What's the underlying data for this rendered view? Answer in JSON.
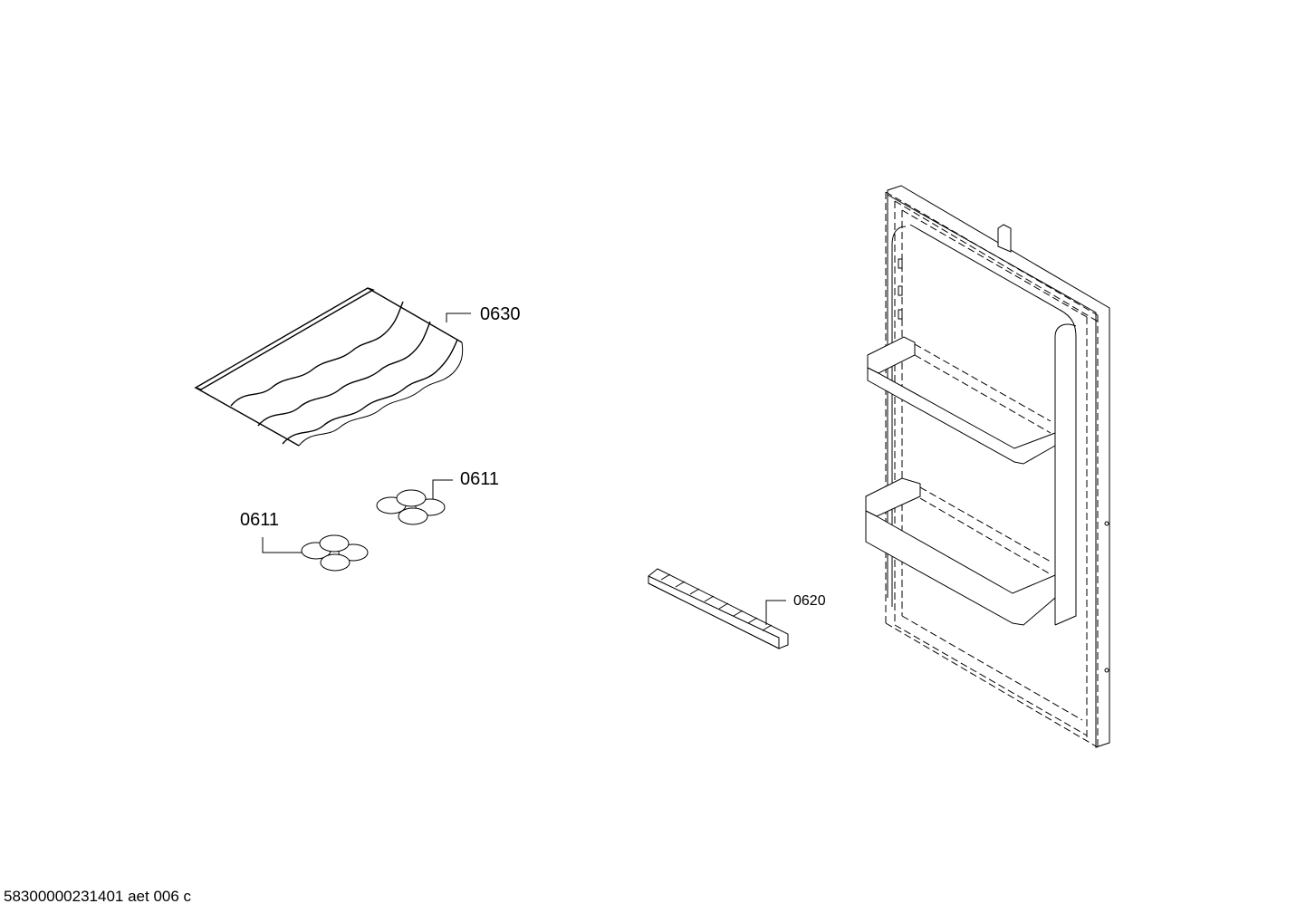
{
  "labels": {
    "wine_rack": "0630",
    "egg_tray_right": "0611",
    "egg_tray_left": "0611",
    "bottle_holder": "0620"
  },
  "footer": {
    "document_code": "58300000231401 aet 006 c"
  }
}
